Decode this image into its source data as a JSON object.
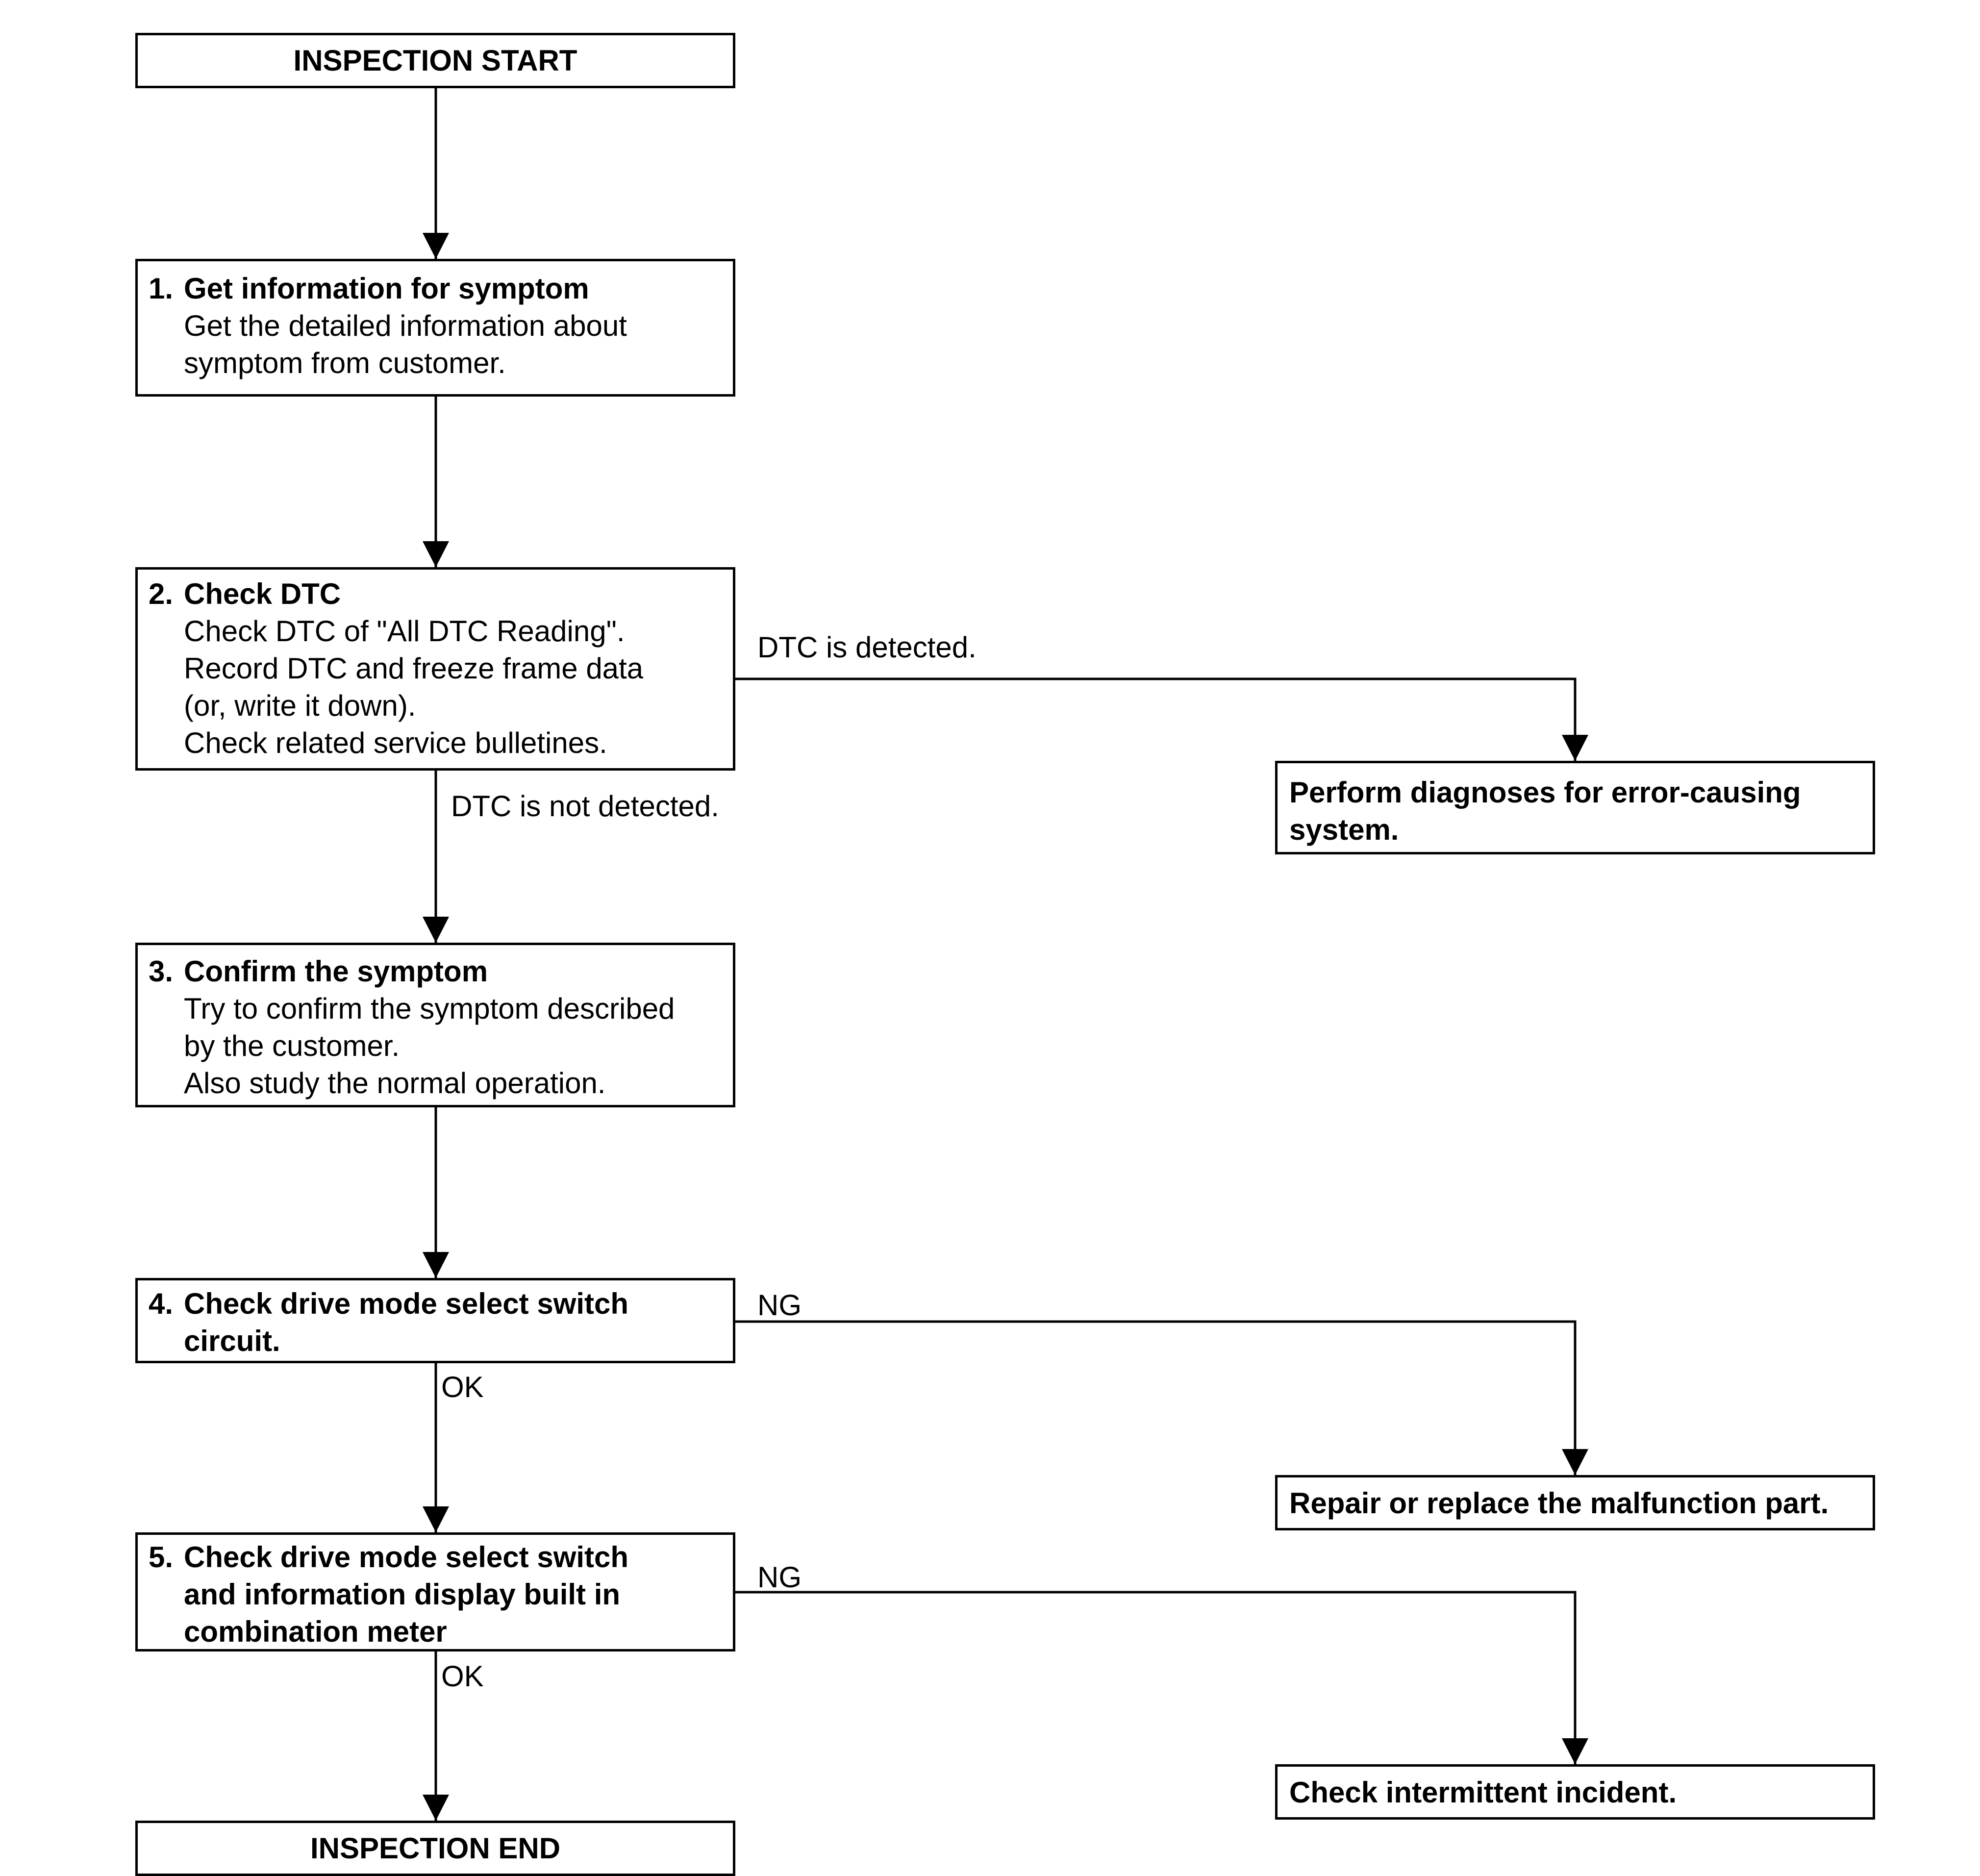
{
  "start": "INSPECTION START",
  "end": "INSPECTION END",
  "steps": [
    {
      "num": "1.",
      "title": "Get information for symptom",
      "lines": [
        "Get the detailed information about",
        "symptom from customer."
      ]
    },
    {
      "num": "2.",
      "title": "Check DTC",
      "lines": [
        "Check DTC of \"All DTC Reading\".",
        "Record DTC and freeze frame data",
        "(or, write it down).",
        "Check related service bulletines."
      ]
    },
    {
      "num": "3.",
      "title": "Confirm the symptom",
      "lines": [
        "Try to confirm the symptom described",
        "by the customer.",
        "Also study the normal operation."
      ]
    },
    {
      "num": "4.",
      "title": "Check drive mode select switch",
      "title2": "circuit."
    },
    {
      "num": "5.",
      "title": "Check drive mode select switch",
      "title2": "and information display built in",
      "title3": "combination meter"
    }
  ],
  "results": {
    "dtc_detected": [
      "Perform diagnoses for error-causing",
      "system."
    ],
    "repair": "Repair or replace the malfunction part.",
    "intermittent": "Check intermittent incident."
  },
  "labels": {
    "dtc_detected": "DTC is detected.",
    "dtc_not_detected": "DTC is not detected.",
    "ng4": "NG",
    "ok4": "OK",
    "ng5": "NG",
    "ok5": "OK"
  }
}
